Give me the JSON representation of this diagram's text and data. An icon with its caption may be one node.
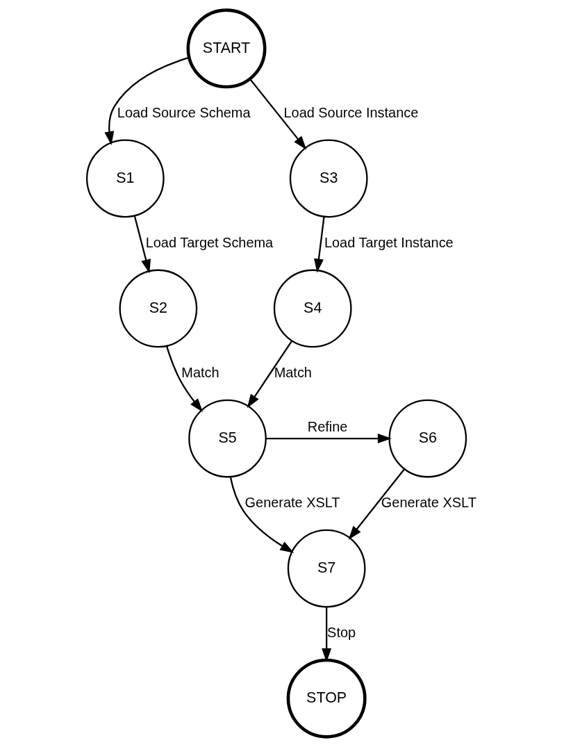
{
  "diagram": {
    "nodes": [
      {
        "text": [
          "START"
        ]
      },
      {
        "text": [
          "S1"
        ]
      },
      {
        "text": [
          "S3"
        ]
      },
      {
        "text": [
          "S2"
        ]
      },
      {
        "text": [
          "S4"
        ]
      },
      {
        "text": [
          "S5"
        ]
      },
      {
        "text": [
          "S6"
        ]
      },
      {
        "text": [
          "S7"
        ]
      },
      {
        "text": [
          "STOP"
        ]
      }
    ],
    "edges": [
      {
        "from": 0,
        "to": 1,
        "arrow": "to",
        "label": "Load Source Schema"
      },
      {
        "from": 0,
        "to": 2,
        "arrow": "to",
        "label": "Load Source Instance"
      },
      {
        "from": 1,
        "to": 3,
        "arrow": "to",
        "label": "Load Target Schema"
      },
      {
        "from": 2,
        "to": 4,
        "arrow": "to",
        "label": "Load Target Instance"
      },
      {
        "from": 3,
        "to": 5,
        "arrow": "to",
        "label": "Match"
      },
      {
        "from": 4,
        "to": 5,
        "arrow": "to",
        "label": "Match"
      },
      {
        "from": 5,
        "to": 6,
        "arrow": "to",
        "label": "Refine"
      },
      {
        "from": 5,
        "to": 7,
        "arrow": "to",
        "label": "Generate XSLT"
      },
      {
        "from": 6,
        "to": 7,
        "arrow": "to",
        "label": "Generate XSLT"
      },
      {
        "from": 7,
        "to": 8,
        "arrow": "to",
        "label": "Stop"
      }
    ]
  }
}
